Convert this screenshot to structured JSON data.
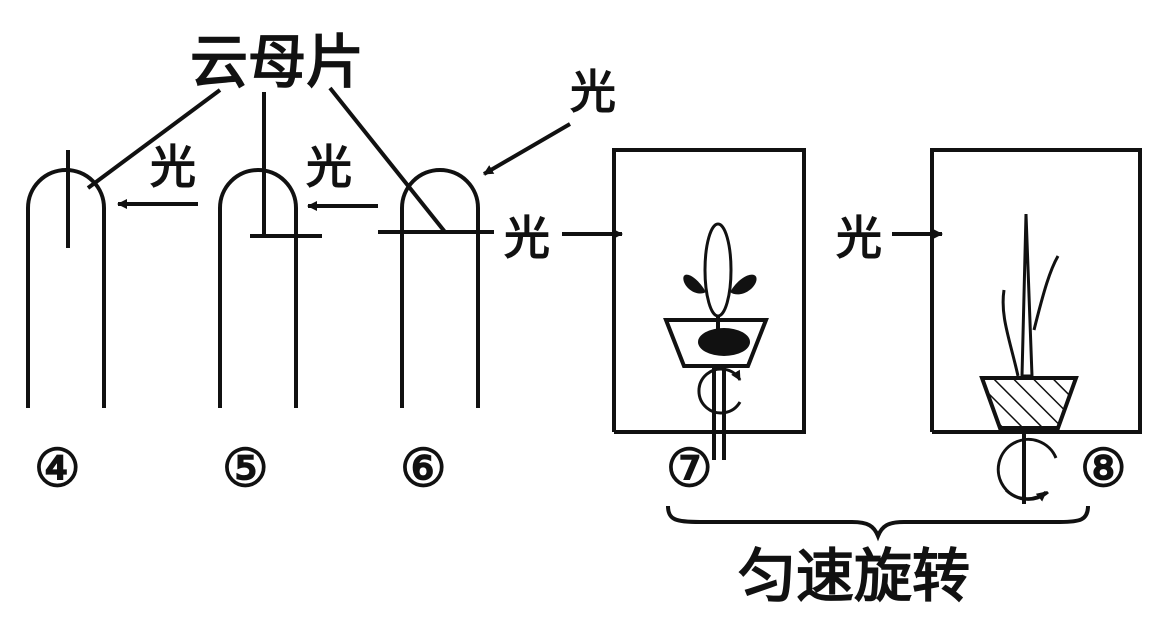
{
  "labels": {
    "mica": "云母片",
    "light": "光",
    "rotate": "匀速旋转"
  },
  "figure_numbers": [
    "④",
    "⑤",
    "⑥",
    "⑦",
    "⑧"
  ]
}
